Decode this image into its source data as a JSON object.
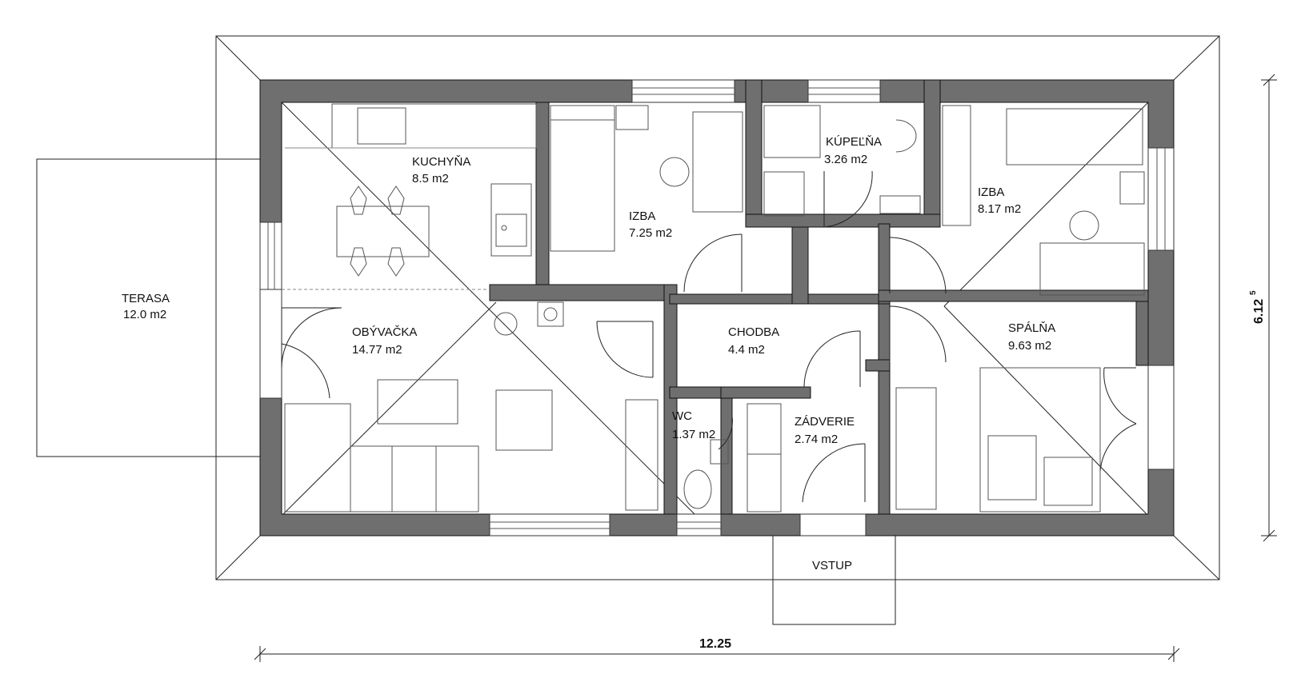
{
  "rooms": {
    "terasa": {
      "name": "TERASA",
      "area": "12.0 m2"
    },
    "kuchyna": {
      "name": "KUCHYŇA",
      "area": "8.5 m2"
    },
    "izba1": {
      "name": "IZBA",
      "area": "7.25 m2"
    },
    "kupelna": {
      "name": "KÚPEĽŇA",
      "area": "3.26 m2"
    },
    "izba2": {
      "name": "IZBA",
      "area": "8.17 m2"
    },
    "obyvacka": {
      "name": "OBÝVAČKA",
      "area": "14.77 m2"
    },
    "chodba": {
      "name": "CHODBA",
      "area": "4.4 m2"
    },
    "spalna": {
      "name": "SPÁLŇA",
      "area": "9.63 m2"
    },
    "wc": {
      "name": "WC",
      "area": "1.37 m2"
    },
    "zadverie": {
      "name": "ZÁDVERIE",
      "area": "2.74 m2"
    },
    "vstup": {
      "name": "VSTUP"
    }
  },
  "dimensions": {
    "width": "12.25",
    "depth": "6.12",
    "depth_superscript": "5"
  },
  "colors": {
    "wall": "#6f6f6f",
    "line": "#222222",
    "background": "#ffffff"
  }
}
